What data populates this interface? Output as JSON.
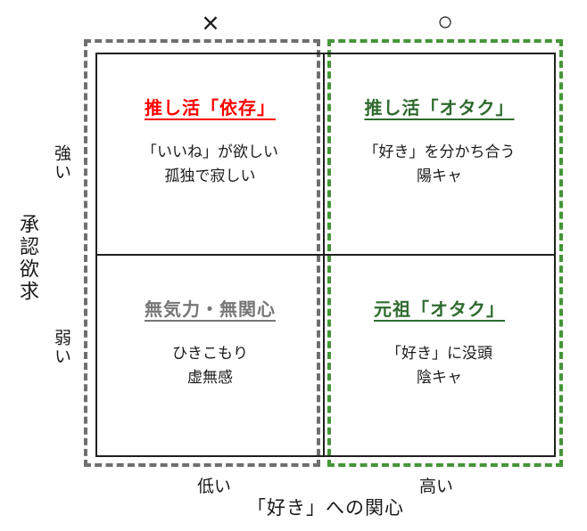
{
  "figure": {
    "marks": {
      "left": "×",
      "right": "○"
    },
    "y_axis": {
      "title": "承認欲求",
      "top_label": "強い",
      "bottom_label": "弱い"
    },
    "x_axis": {
      "title": "「好き」への関心",
      "left_label": "低い",
      "right_label": "高い"
    },
    "quadrants": {
      "top_left": {
        "title": "推し活「依存」",
        "lines": [
          "「いいね」が欲しい",
          "孤独で寂しい"
        ]
      },
      "top_right": {
        "title": "推し活「オタク」",
        "lines": [
          "「好き」を分かち合う",
          "陽キャ"
        ]
      },
      "bottom_left": {
        "title": "無気力・無関心",
        "lines": [
          "ひきこもり",
          "虚無感"
        ]
      },
      "bottom_right": {
        "title": "元祖「オタク」",
        "lines": [
          "「好き」に没頭",
          "陰キャ"
        ]
      }
    }
  },
  "colors": {
    "dependence_title": "#ff0000",
    "otaku_title": "#2e6b2e",
    "apathy_title": "#767676",
    "left_dashed_border": "#6f6f6f",
    "right_dashed_border": "#459539",
    "grid_line": "#1f1f1f"
  }
}
